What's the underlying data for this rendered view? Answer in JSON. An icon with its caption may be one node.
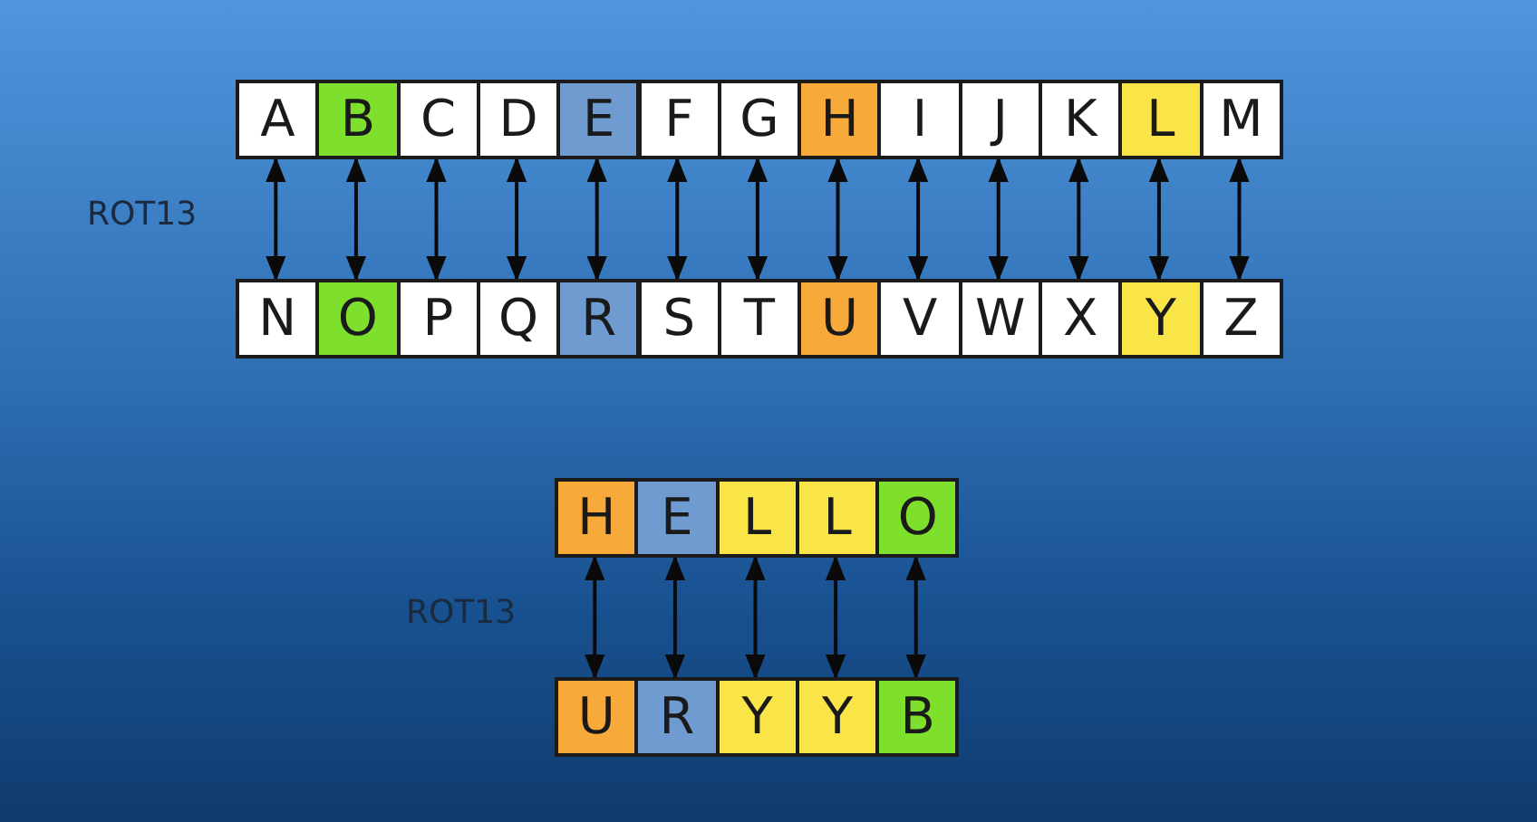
{
  "diagram": {
    "nodes": [
      {
        "text": [
          "A"
        ]
      },
      {
        "text": [
          "B"
        ]
      },
      {
        "text": [
          "C"
        ]
      },
      {
        "text": [
          "D"
        ]
      },
      {
        "text": [
          "E"
        ]
      },
      {
        "text": [
          "F"
        ]
      },
      {
        "text": [
          "G"
        ]
      },
      {
        "text": [
          "H"
        ]
      },
      {
        "text": [
          "I"
        ]
      },
      {
        "text": [
          "J"
        ]
      },
      {
        "text": [
          "K"
        ]
      },
      {
        "text": [
          "L"
        ]
      },
      {
        "text": [
          "M"
        ]
      },
      {
        "text": [
          "N"
        ]
      },
      {
        "text": [
          "O"
        ]
      },
      {
        "text": [
          "P"
        ]
      },
      {
        "text": [
          "Q"
        ]
      },
      {
        "text": [
          "R"
        ]
      },
      {
        "text": [
          "S"
        ]
      },
      {
        "text": [
          "T"
        ]
      },
      {
        "text": [
          "U"
        ]
      },
      {
        "text": [
          "V"
        ]
      },
      {
        "text": [
          "W"
        ]
      },
      {
        "text": [
          "X"
        ]
      },
      {
        "text": [
          "Y"
        ]
      },
      {
        "text": [
          "Z"
        ]
      },
      {
        "text": [
          "H"
        ]
      },
      {
        "text": [
          "E"
        ]
      },
      {
        "text": [
          "L"
        ]
      },
      {
        "text": [
          "L"
        ]
      },
      {
        "text": [
          "O"
        ]
      },
      {
        "text": [
          "U"
        ]
      },
      {
        "text": [
          "R"
        ]
      },
      {
        "text": [
          "Y"
        ]
      },
      {
        "text": [
          "Y"
        ]
      },
      {
        "text": [
          "B"
        ]
      }
    ],
    "edges": [
      {
        "from": 0,
        "to": 13,
        "arrow": "both"
      },
      {
        "from": 1,
        "to": 14,
        "arrow": "both"
      },
      {
        "from": 2,
        "to": 15,
        "arrow": "both"
      },
      {
        "from": 3,
        "to": 16,
        "arrow": "both"
      },
      {
        "from": 4,
        "to": 17,
        "arrow": "both"
      },
      {
        "from": 5,
        "to": 18,
        "arrow": "both"
      },
      {
        "from": 6,
        "to": 19,
        "arrow": "both"
      },
      {
        "from": 7,
        "to": 20,
        "arrow": "both"
      },
      {
        "from": 8,
        "to": 21,
        "arrow": "both"
      },
      {
        "from": 9,
        "to": 22,
        "arrow": "both"
      },
      {
        "from": 10,
        "to": 23,
        "arrow": "both"
      },
      {
        "from": 11,
        "to": 24,
        "arrow": "both"
      },
      {
        "from": 12,
        "to": 25,
        "arrow": "both"
      },
      {
        "from": 26,
        "to": 31,
        "arrow": "both"
      },
      {
        "from": 27,
        "to": 32,
        "arrow": "both"
      },
      {
        "from": 28,
        "to": 33,
        "arrow": "both"
      },
      {
        "from": 29,
        "to": 34,
        "arrow": "both"
      },
      {
        "from": 30,
        "to": 35,
        "arrow": "both"
      }
    ],
    "labels": [
      "ROT13",
      "ROT13"
    ]
  }
}
